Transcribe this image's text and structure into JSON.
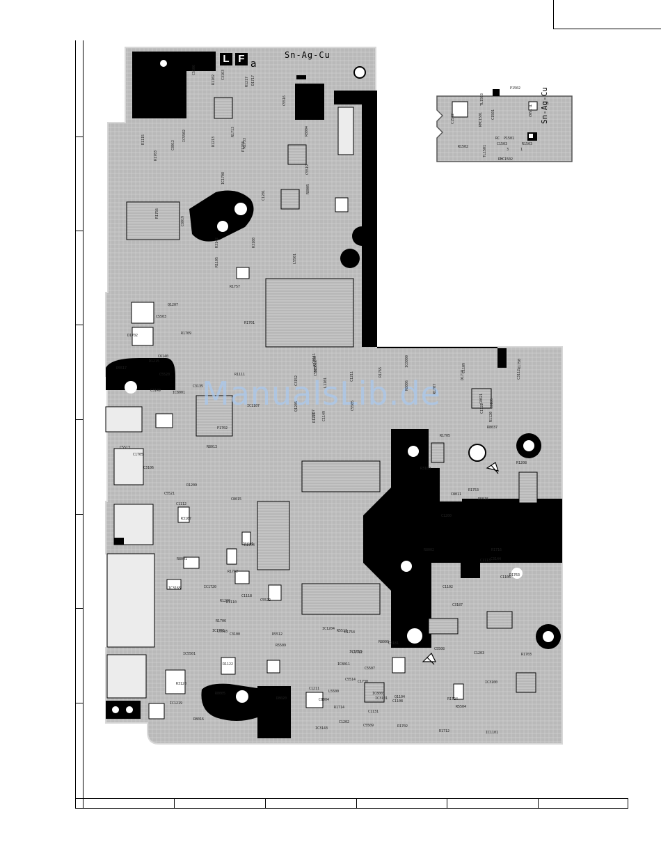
{
  "main_board": {
    "marking_lf_l": "L",
    "marking_lf_f": "F",
    "marking_lf_a": "a",
    "solder_type": "Sn-Ag-Cu"
  },
  "sub_board": {
    "solder_type": "Sn-Ag-Cu",
    "designators": [
      "P1502",
      "TL1503",
      "C1502",
      "RMC1501",
      "C1501",
      "TL1502",
      "P1501",
      "C1503",
      "R1503",
      "R1502",
      "TL1501",
      "RMC1502",
      "RC"
    ],
    "small_pad_labels": [
      "3",
      "1"
    ]
  },
  "watermark": "ManualsLib.de",
  "main_board_designators": [
    "IC1708",
    "D1702",
    "R1706",
    "C1707",
    "R1716",
    "R1714",
    "D1717",
    "R1709",
    "R1704",
    "R1707",
    "R1705",
    "R1702",
    "R1703",
    "R1701",
    "IC1701",
    "D1718",
    "R1712",
    "IC1710",
    "R1713",
    "C1705",
    "IC1720",
    "R1711",
    "R1724",
    "C1712",
    "P1703",
    "P1702",
    "R8001",
    "IC8000",
    "R8002",
    "IC8003",
    "R8004",
    "IC8001",
    "R8005",
    "R8006",
    "C8011",
    "R8009",
    "C8019",
    "C8015",
    "D8020",
    "C8021",
    "R8037",
    "IC8011",
    "C8012",
    "R8013",
    "R8016",
    "C3152",
    "C3144",
    "IC3143",
    "R3142",
    "C3135",
    "R3120",
    "C3112",
    "R3109",
    "IC3101",
    "R3108",
    "C3106",
    "R3107",
    "C3111",
    "IC3100",
    "C3181",
    "C3163",
    "C3149",
    "IC3165",
    "C1211",
    "R1208",
    "IC1204",
    "R1217",
    "Q1207",
    "R1206",
    "Q1205",
    "C1203",
    "C1202",
    "C1201",
    "D1215",
    "IC1219",
    "R1210",
    "C1200",
    "C1211",
    "D1213",
    "R1209",
    "R1110",
    "C1149",
    "C1106",
    "Q1104",
    "R1105",
    "R1111",
    "R1122",
    "R1120",
    "IC1101",
    "C1131",
    "R1102",
    "IC1107",
    "C1118",
    "C1121",
    "C1113",
    "C1108",
    "R1115",
    "C1112",
    "C1111",
    "C1109",
    "C1102",
    "R5513",
    "C5519",
    "R5517",
    "IC5501",
    "C5505",
    "R5504",
    "C5507",
    "C5516",
    "C5520",
    "D5512",
    "IC5511",
    "R5515",
    "C5514",
    "C5506",
    "C5513",
    "C5518",
    "R1750",
    "R1753",
    "R1754",
    "R1756",
    "R1757",
    "R1762",
    "R1765",
    "D1763",
    "L5500",
    "L5501",
    "C5521",
    "C5522",
    "C5507",
    "C5508",
    "C5509",
    "IC5502",
    "C5503",
    "R5509",
    "C3186",
    "C3187",
    "C8004",
    "R8005",
    "C6140",
    "C3100",
    "L1101",
    "R1703",
    "C1738",
    "R1733"
  ]
}
